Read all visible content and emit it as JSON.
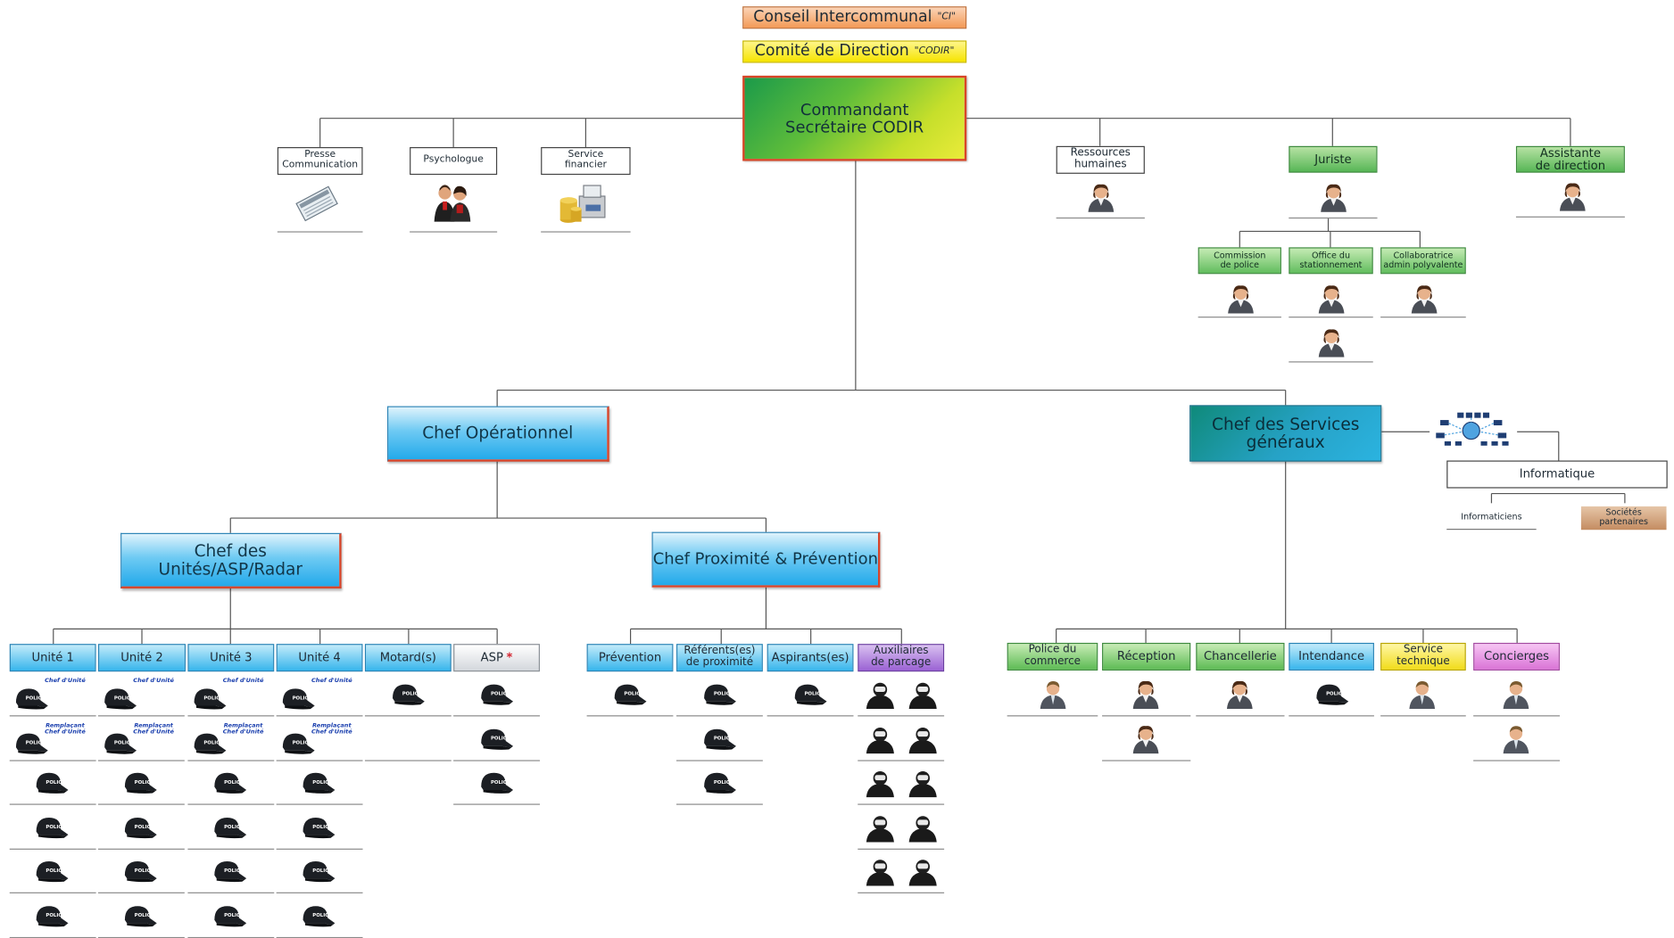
{
  "header": {
    "conseil": "Conseil Intercommunal",
    "conseil_tag": "\"CI\"",
    "codir": "Comité de Direction",
    "codir_tag": "\"CODIR\""
  },
  "commandant": [
    "Commandant",
    "Secrétaire CODIR"
  ],
  "staff_left": [
    {
      "label": [
        "Presse",
        "Communication"
      ],
      "icon": "newspaper-icon"
    },
    {
      "label": [
        "Psychologue"
      ],
      "icon": "people-talking-icon"
    },
    {
      "label": [
        "Service",
        "financier"
      ],
      "icon": "cash-register-icon"
    }
  ],
  "staff_right": [
    {
      "label": [
        "Ressources",
        "humaines"
      ],
      "icon": "woman-user-icon"
    },
    {
      "label": [
        "Juriste"
      ],
      "icon": "woman-user-icon"
    },
    {
      "label": [
        "Assistante",
        "de direction"
      ],
      "icon": "woman-user-icon"
    }
  ],
  "juriste_children": [
    {
      "label": [
        "Commission",
        "de police"
      ]
    },
    {
      "label": [
        "Office du",
        "stationnement"
      ]
    },
    {
      "label": [
        "Collaboratrice",
        "admin polyvalente"
      ]
    }
  ],
  "chef_operationnel": "Chef Opérationnel",
  "chef_services": [
    "Chef des Services",
    "généraux"
  ],
  "chef_unites": [
    "Chef des",
    "Unités/ASP/Radar"
  ],
  "chef_proximite": "Chef Proximité & Prévention",
  "informatique": {
    "title": "Informatique",
    "children": [
      "Informaticiens",
      "Sociétés partenaires"
    ],
    "icon": "network-icon"
  },
  "unit_columns": [
    {
      "label": "Unité 1",
      "style": "blue"
    },
    {
      "label": "Unité 2",
      "style": "blue"
    },
    {
      "label": "Unité 3",
      "style": "blue"
    },
    {
      "label": "Unité 4",
      "style": "blue"
    },
    {
      "label": "Motard(s)",
      "style": "blue"
    },
    {
      "label": "ASP",
      "style": "grey",
      "marker": "*"
    }
  ],
  "unit_row_labels": {
    "chef": "Chef d'Unité",
    "remplacant": [
      "Remplaçant",
      "Chef d'Unité"
    ]
  },
  "prox_columns": [
    {
      "label": "Prévention",
      "style": "blue"
    },
    {
      "label": [
        "Référents(es)",
        "de proximité"
      ],
      "style": "blue"
    },
    {
      "label": "Aspirants(es)",
      "style": "blue"
    },
    {
      "label": [
        "Auxiliaires",
        "de parcage"
      ],
      "style": "purple"
    }
  ],
  "services_columns": [
    {
      "label": [
        "Police du",
        "commerce"
      ],
      "style": "green"
    },
    {
      "label": "Réception",
      "style": "green"
    },
    {
      "label": "Chancellerie",
      "style": "green"
    },
    {
      "label": "Intendance",
      "style": "blue"
    },
    {
      "label": [
        "Service",
        "technique"
      ],
      "style": "yellow"
    },
    {
      "label": "Concierges",
      "style": "pink"
    }
  ],
  "police_cap_text": "POLICE",
  "colors": {
    "commandant": "#5fbd3a",
    "chef_blue": "#22a9ea",
    "services": "#26a2c6",
    "accent_red": "#d84527"
  }
}
